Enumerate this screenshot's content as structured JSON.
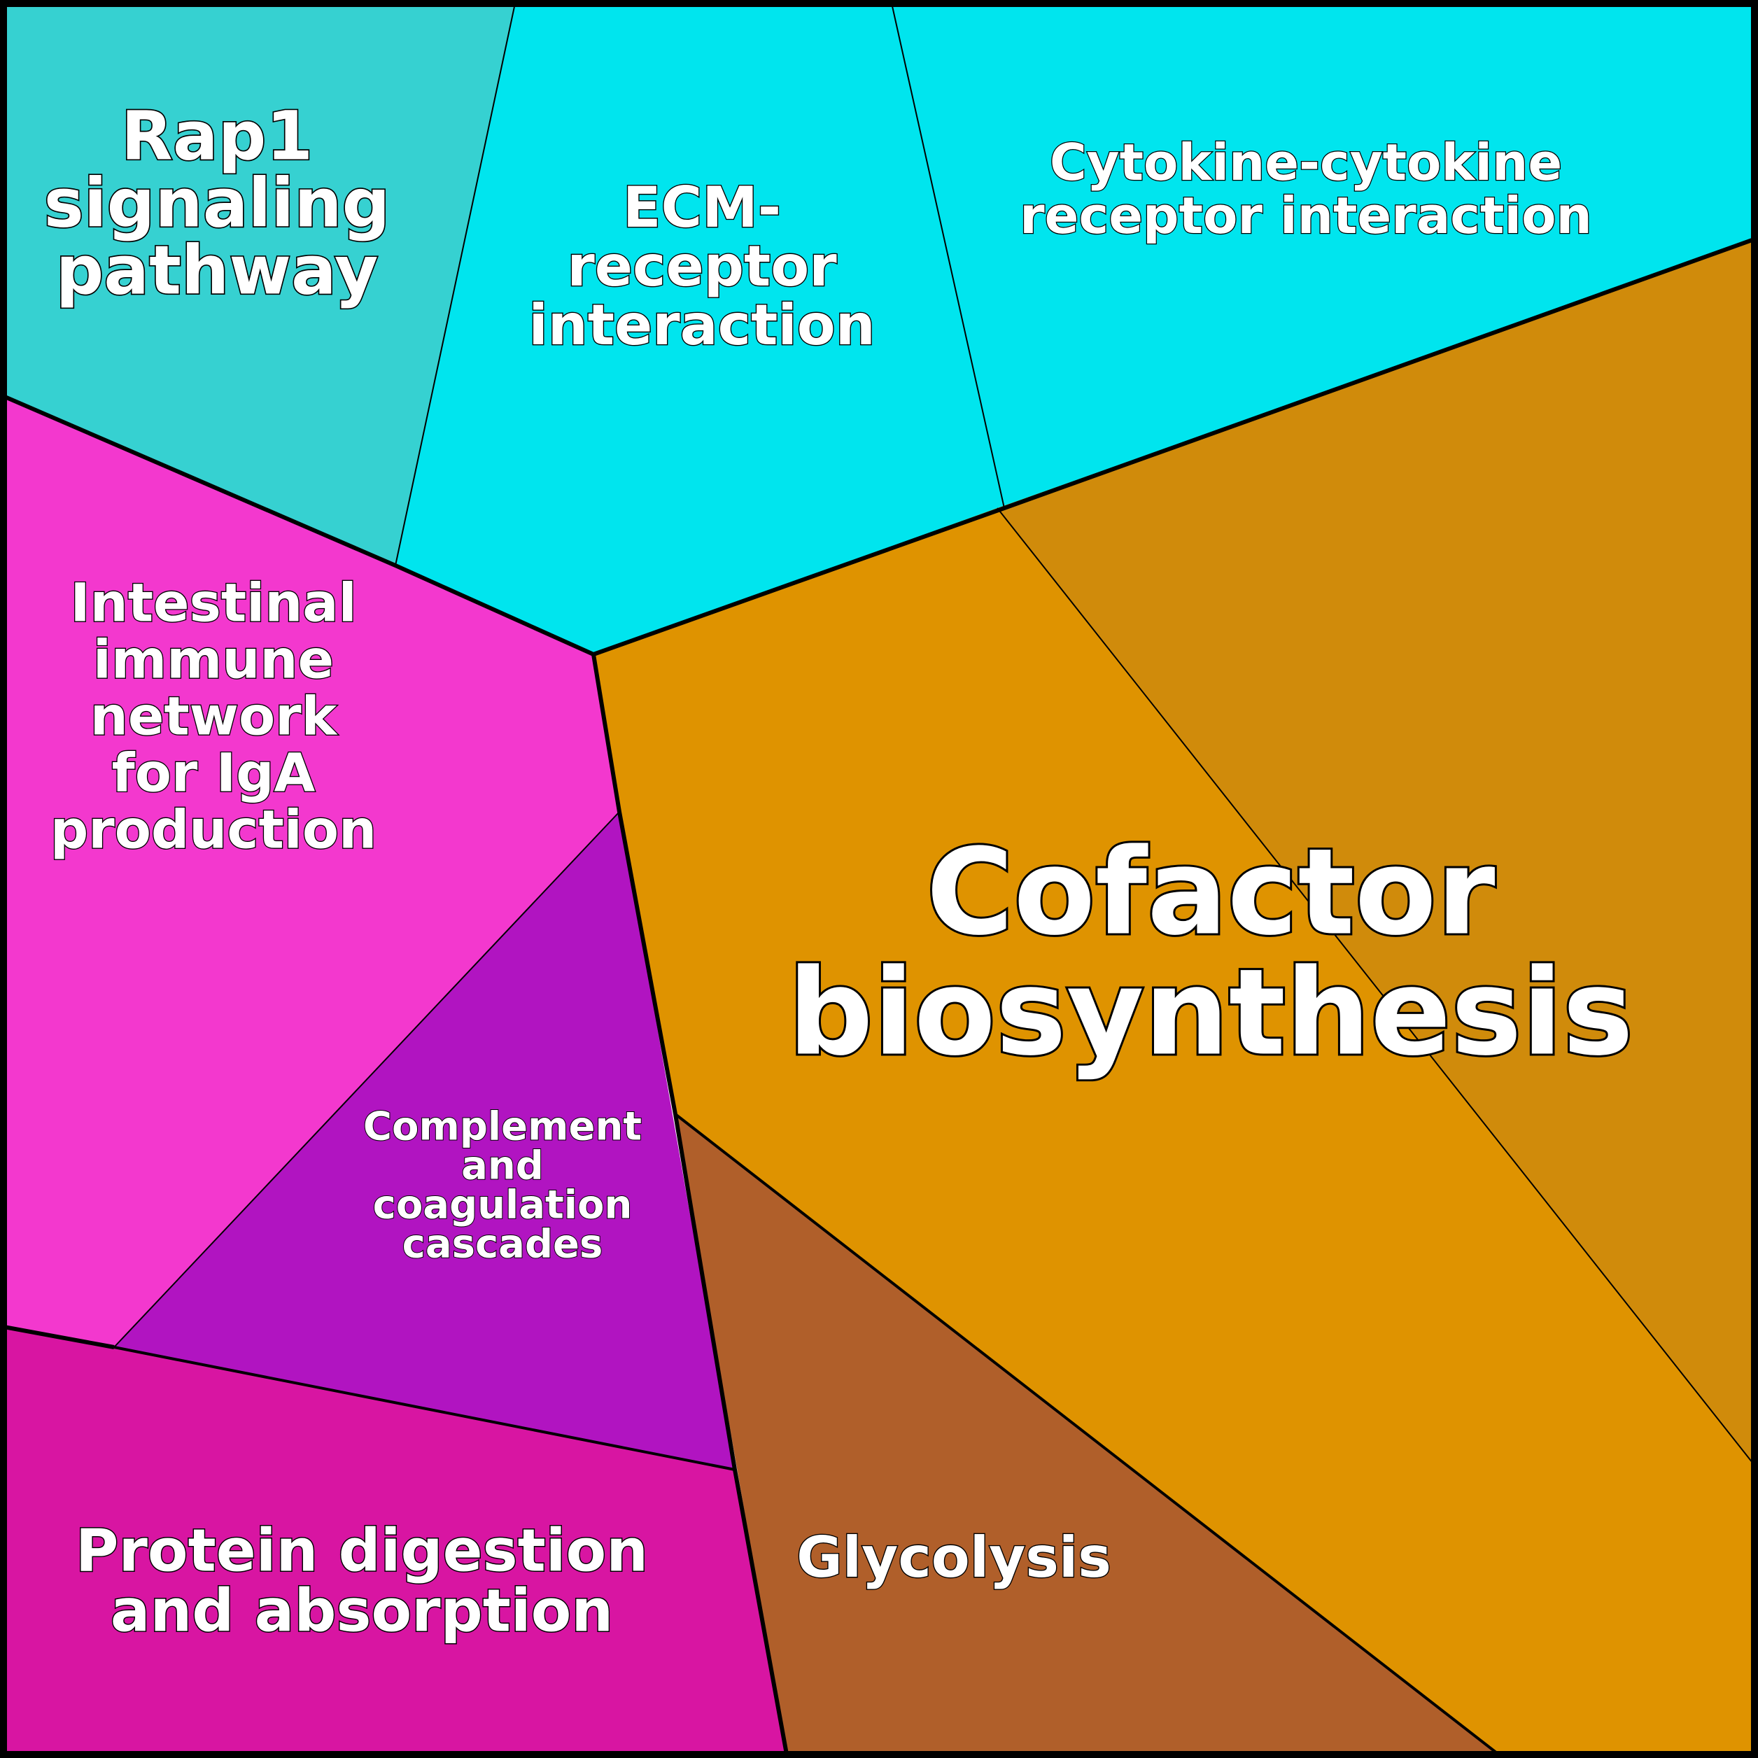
{
  "diagram": {
    "type": "voronoi-treemap",
    "cells": [
      {
        "id": "rap1",
        "lines": [
          "Rap1",
          "signaling",
          "pathway"
        ],
        "color": "#36d1d1"
      },
      {
        "id": "ecm",
        "lines": [
          "ECM-",
          "receptor",
          "interaction"
        ],
        "color": "#00e5ee"
      },
      {
        "id": "cytokine",
        "lines": [
          "Cytokine-cytokine",
          "receptor interaction"
        ],
        "color": "#00e5ee"
      },
      {
        "id": "cofactor-right",
        "lines": [],
        "color": "#d08b0b"
      },
      {
        "id": "cofactor",
        "lines": [
          "Cofactor",
          "biosynthesis"
        ],
        "color": "#df9300"
      },
      {
        "id": "intestinal",
        "lines": [
          "Intestinal",
          "immune",
          "network",
          "for IgA",
          "production"
        ],
        "color": "#f338ce"
      },
      {
        "id": "complement",
        "lines": [
          "Complement",
          "and",
          "coagulation",
          "cascades"
        ],
        "color": "#b114c1"
      },
      {
        "id": "protein",
        "lines": [
          "Protein digestion",
          "and absorption"
        ],
        "color": "#d815a2"
      },
      {
        "id": "glycolysis",
        "lines": [
          "Glycolysis"
        ],
        "color": "#b05f2a"
      }
    ]
  }
}
